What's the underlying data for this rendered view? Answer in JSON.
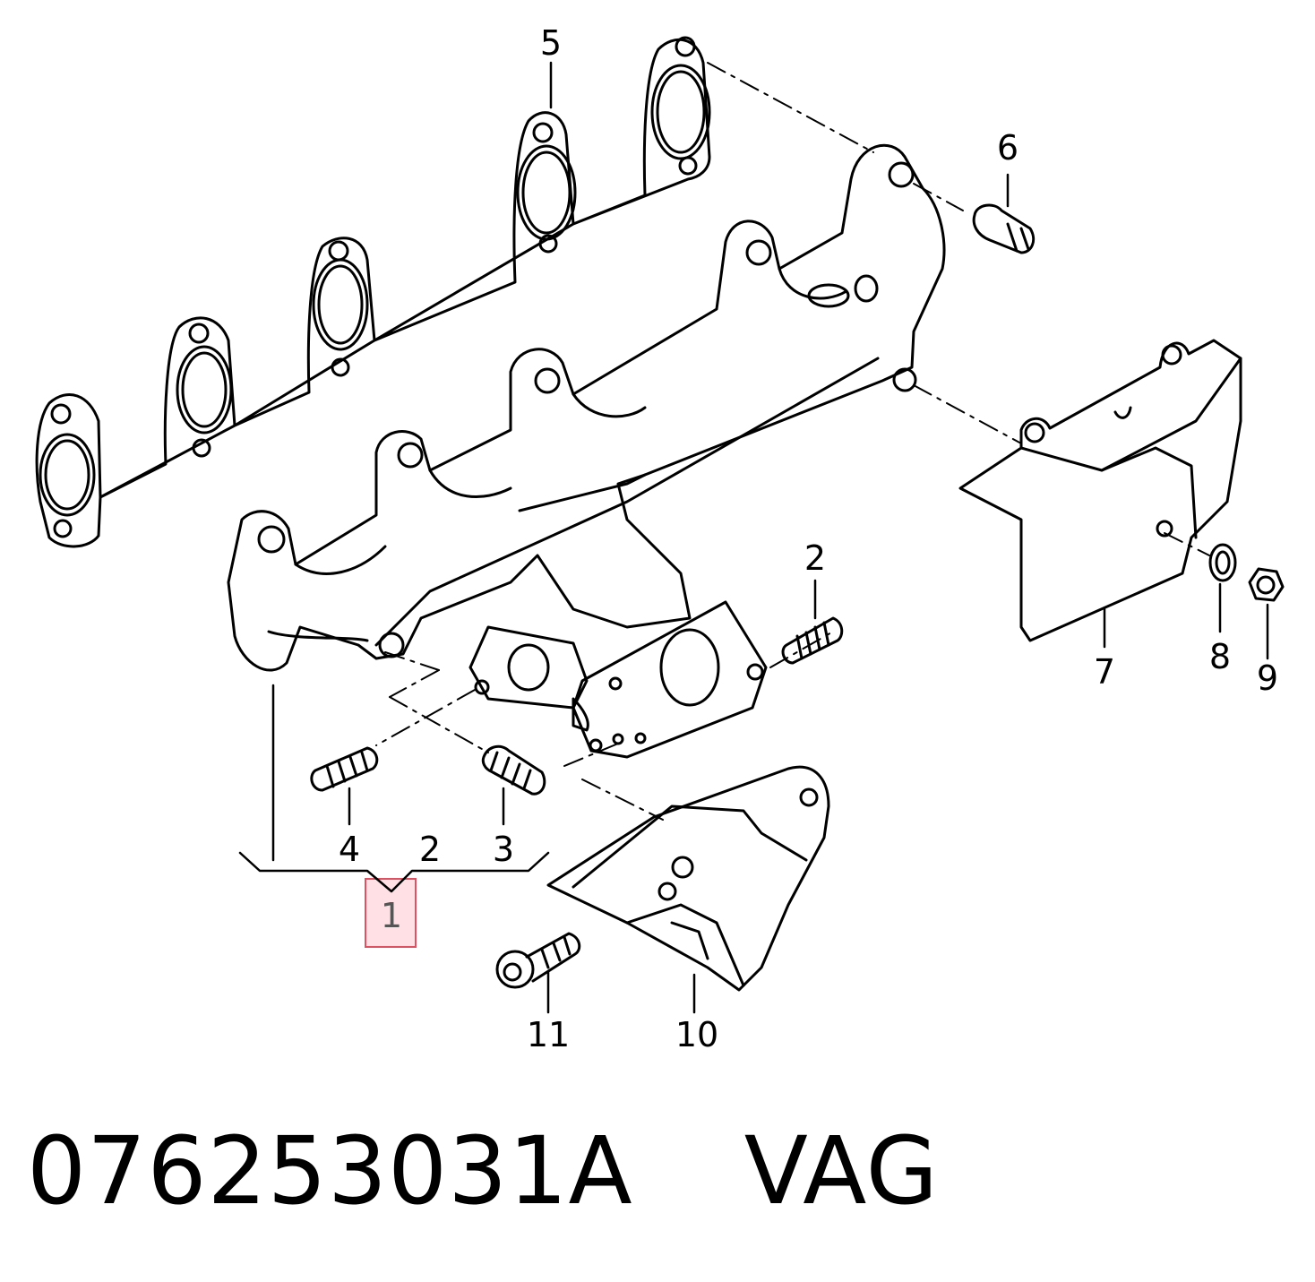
{
  "diagram": {
    "callouts": {
      "c5": "5",
      "c6": "6",
      "c2_upper": "2",
      "c7": "7",
      "c8": "8",
      "c9": "9",
      "c4": "4",
      "c2_lower": "2",
      "c3": "3",
      "c1": "1",
      "c11": "11",
      "c10": "10"
    },
    "highlighted_callout": "1",
    "highlight_color": "#e05060",
    "line_color": "#000000"
  },
  "caption": {
    "part_number": "076253031A",
    "brand": "VAG"
  }
}
